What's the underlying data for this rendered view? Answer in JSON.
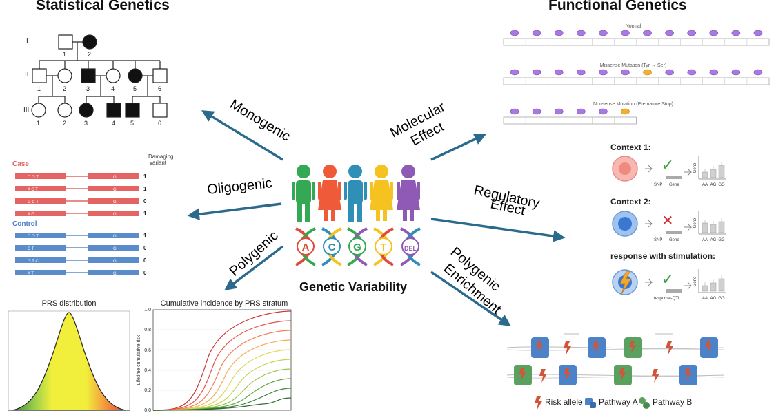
{
  "headers": {
    "left": "Statistical Genetics",
    "right": "Functional Genetics"
  },
  "center": {
    "title": "Genetic Variability",
    "dna_letters": [
      "A",
      "C",
      "G",
      "T",
      "DEL"
    ]
  },
  "arrows": {
    "monogenic": "Monogenic",
    "oligogenic": "Oligogenic",
    "polygenic": "Polygenic",
    "molecular": [
      "Molecular",
      "Effect"
    ],
    "regulatory": [
      "Regulatory",
      "Effect"
    ],
    "enrichment": [
      "Polygenic",
      "Enrichment"
    ]
  },
  "pedigree": {
    "generations": [
      "I",
      "II",
      "III"
    ],
    "gen1": [
      "1",
      "2"
    ],
    "gen2": [
      "1",
      "2",
      "3",
      "4",
      "5",
      "6"
    ],
    "gen3": [
      "1",
      "2",
      "3",
      "4",
      "5",
      "6"
    ]
  },
  "oligo": {
    "header": [
      "Damaging",
      "variant"
    ],
    "case_label": "Case",
    "control_label": "Control",
    "case_rows": [
      {
        "a": "C G T",
        "b": "G",
        "count": "1"
      },
      {
        "a": "A C T",
        "b": "G",
        "count": "1"
      },
      {
        "a": "G C T",
        "b": "G",
        "count": "0"
      },
      {
        "a": "A G",
        "b": "G",
        "count": "1"
      }
    ],
    "control_rows": [
      {
        "a": "C G T",
        "b": "G",
        "count": "1"
      },
      {
        "a": "C T",
        "b": "G",
        "count": "0"
      },
      {
        "a": "G T C",
        "b": "G",
        "count": "0"
      },
      {
        "a": "A T",
        "b": "G",
        "count": "0"
      }
    ],
    "colors": {
      "case": "#e46464",
      "control": "#5a8ccc"
    }
  },
  "prs": {
    "title": "PRS distribution"
  },
  "cumulative": {
    "title": "Cumulative incidence by PRS stratum",
    "ylabel": "Lifetime cumulative risk",
    "yticks": [
      "1.0",
      "0.8",
      "0.6",
      "0.4",
      "0.2",
      "0.0"
    ]
  },
  "mutations": {
    "normal": "Normal",
    "missense": "Missense Mutation (Tyr → Ser)",
    "nonsense": "Nonsense Mutation (Premature Stop)"
  },
  "regulatory": {
    "ctx1": "Context 1:",
    "ctx2": "Context 2:",
    "ctx3": "response with stimulation:",
    "snp": "SNP",
    "gene": "Gene",
    "rqtl": "response-QTL",
    "genotypes": [
      "AA",
      "AG",
      "GG"
    ],
    "check1": "✓",
    "cross": "✕",
    "check2": "✓"
  },
  "enrichment": {
    "legend": {
      "risk": "Risk allele",
      "a": "Pathway A",
      "b": "Pathway B"
    },
    "colors": {
      "risk": "#d2553a",
      "a": "#4c82c8",
      "b": "#5aa05e"
    }
  }
}
